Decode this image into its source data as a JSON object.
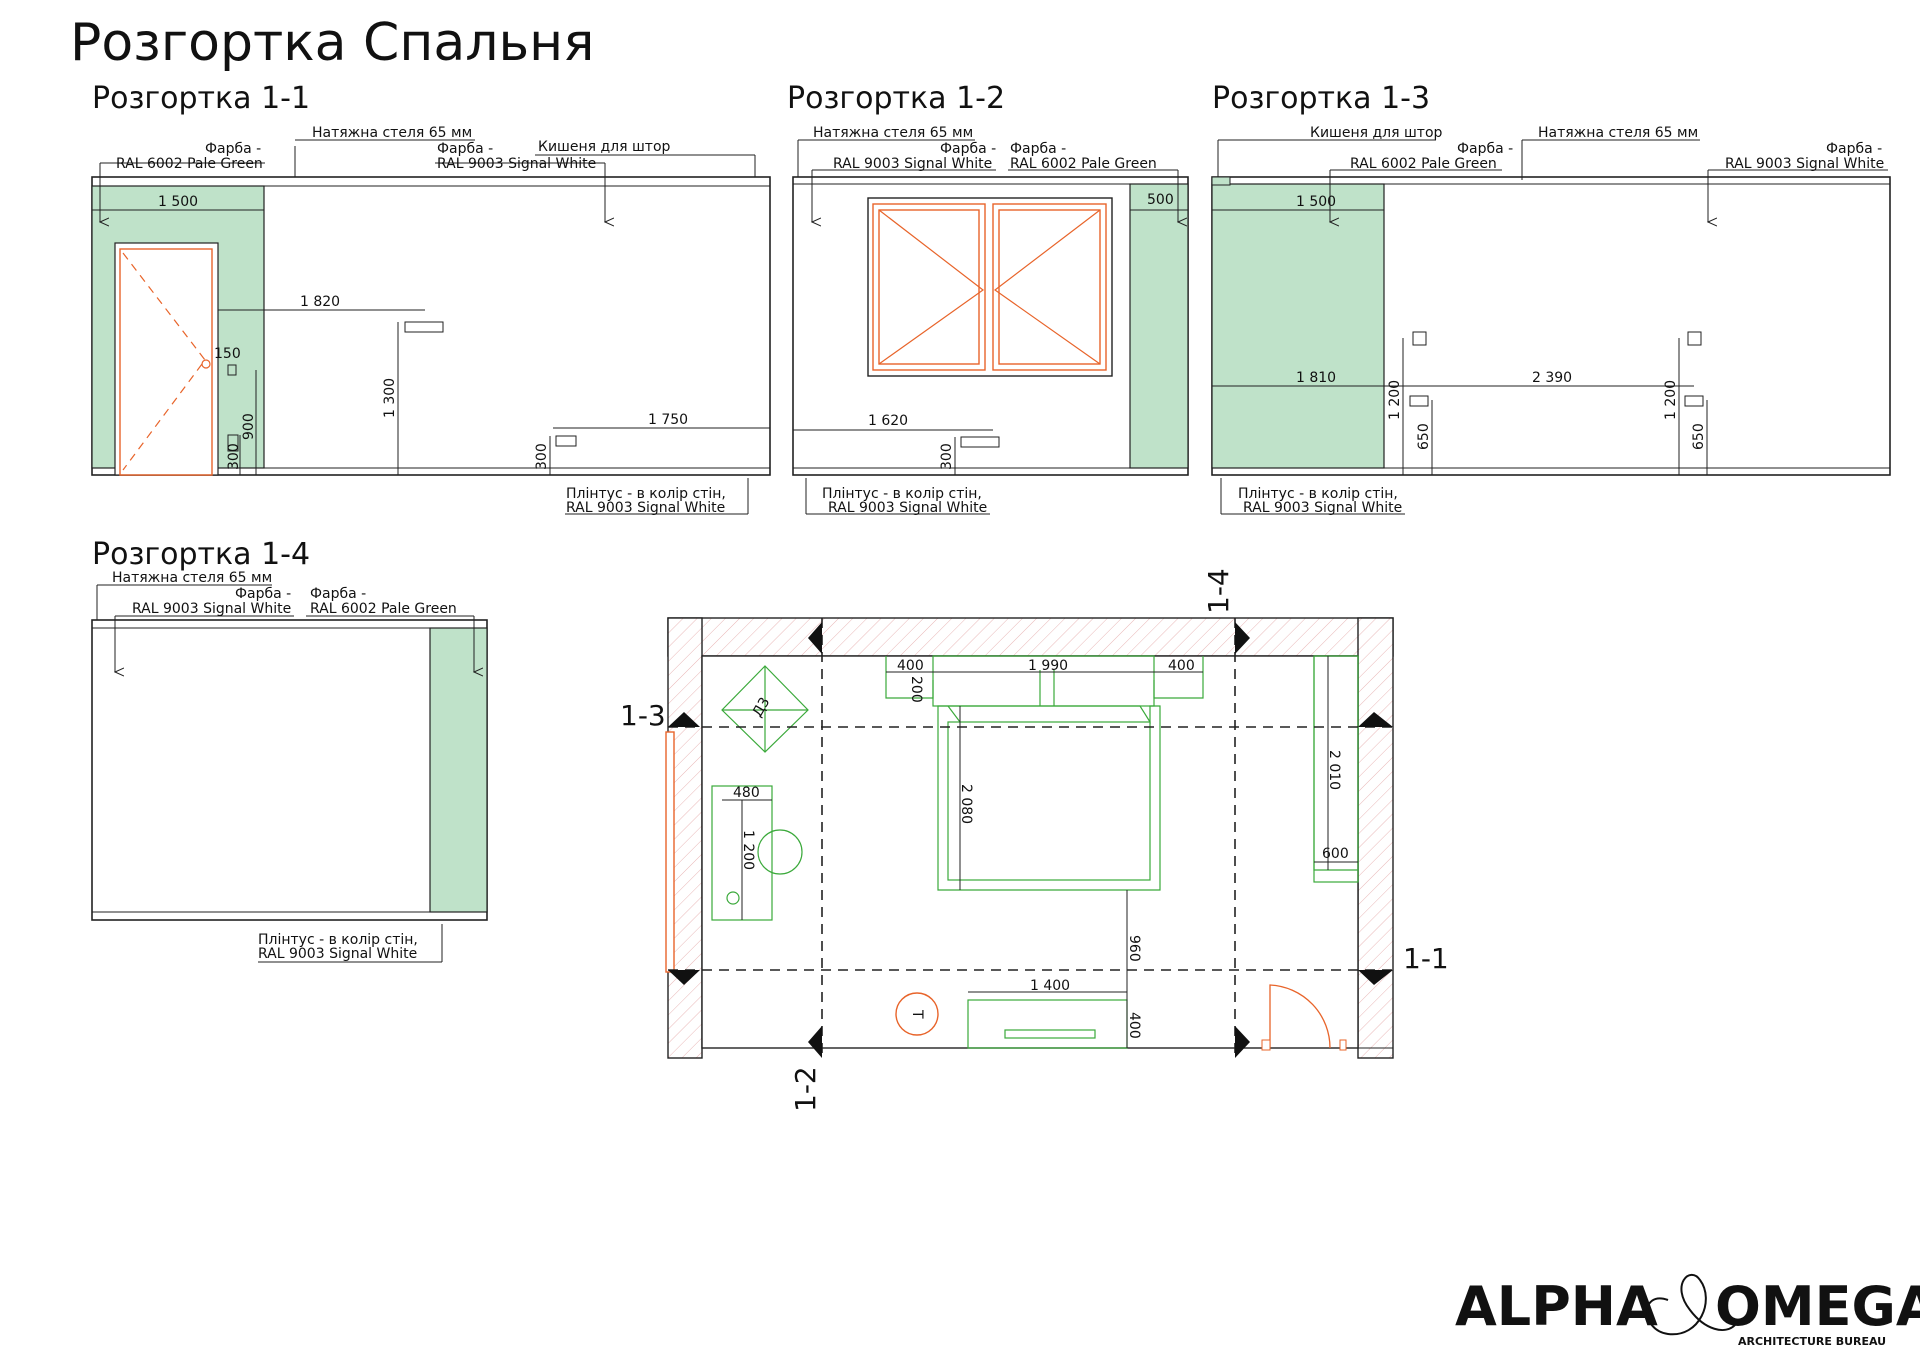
{
  "title": "Розгортка Спальня",
  "sections": {
    "s11": "Розгортка 1-1",
    "s12": "Розгортка 1-2",
    "s13": "Розгортка 1-3",
    "s14": "Розгортка 1-4"
  },
  "notes": {
    "ceiling": "Натяжна стеля 65 мм",
    "paint": "Фарба -",
    "green": "RAL 6002 Pale Green",
    "white": "RAL 9003 Signal White",
    "pocket": "Кишеня для штор",
    "plinth": "Плінтус - в колір стін,"
  },
  "dims11": {
    "a": "1 500",
    "b": "1 820",
    "c": "150",
    "d": "900",
    "e": "300",
    "f": "1 300",
    "g": "1 750",
    "h": "300"
  },
  "dims12": {
    "a": "500",
    "b": "1 620",
    "c": "300"
  },
  "dims13": {
    "a": "1 500",
    "b": "1 810",
    "c": "2 390",
    "d": "1 200",
    "e": "650",
    "f": "1 200",
    "g": "650"
  },
  "plan": {
    "d400a": "400",
    "d200": "200",
    "d1990": "1 990",
    "d400b": "400",
    "d2080": "2 080",
    "d2010": "2 010",
    "d600": "600",
    "d480": "480",
    "d1200": "1 200",
    "d960": "960",
    "d1400": "1 400",
    "d400c": "400",
    "t_d3": "Д3",
    "t_t": "Т",
    "c11": "1-1",
    "c12": "1-2",
    "c13": "1-3",
    "c14": "1-4"
  },
  "logo": {
    "left": "ALPHA",
    "right": "OMEGA",
    "sub": "ARCHITECTURE BUREAU"
  }
}
